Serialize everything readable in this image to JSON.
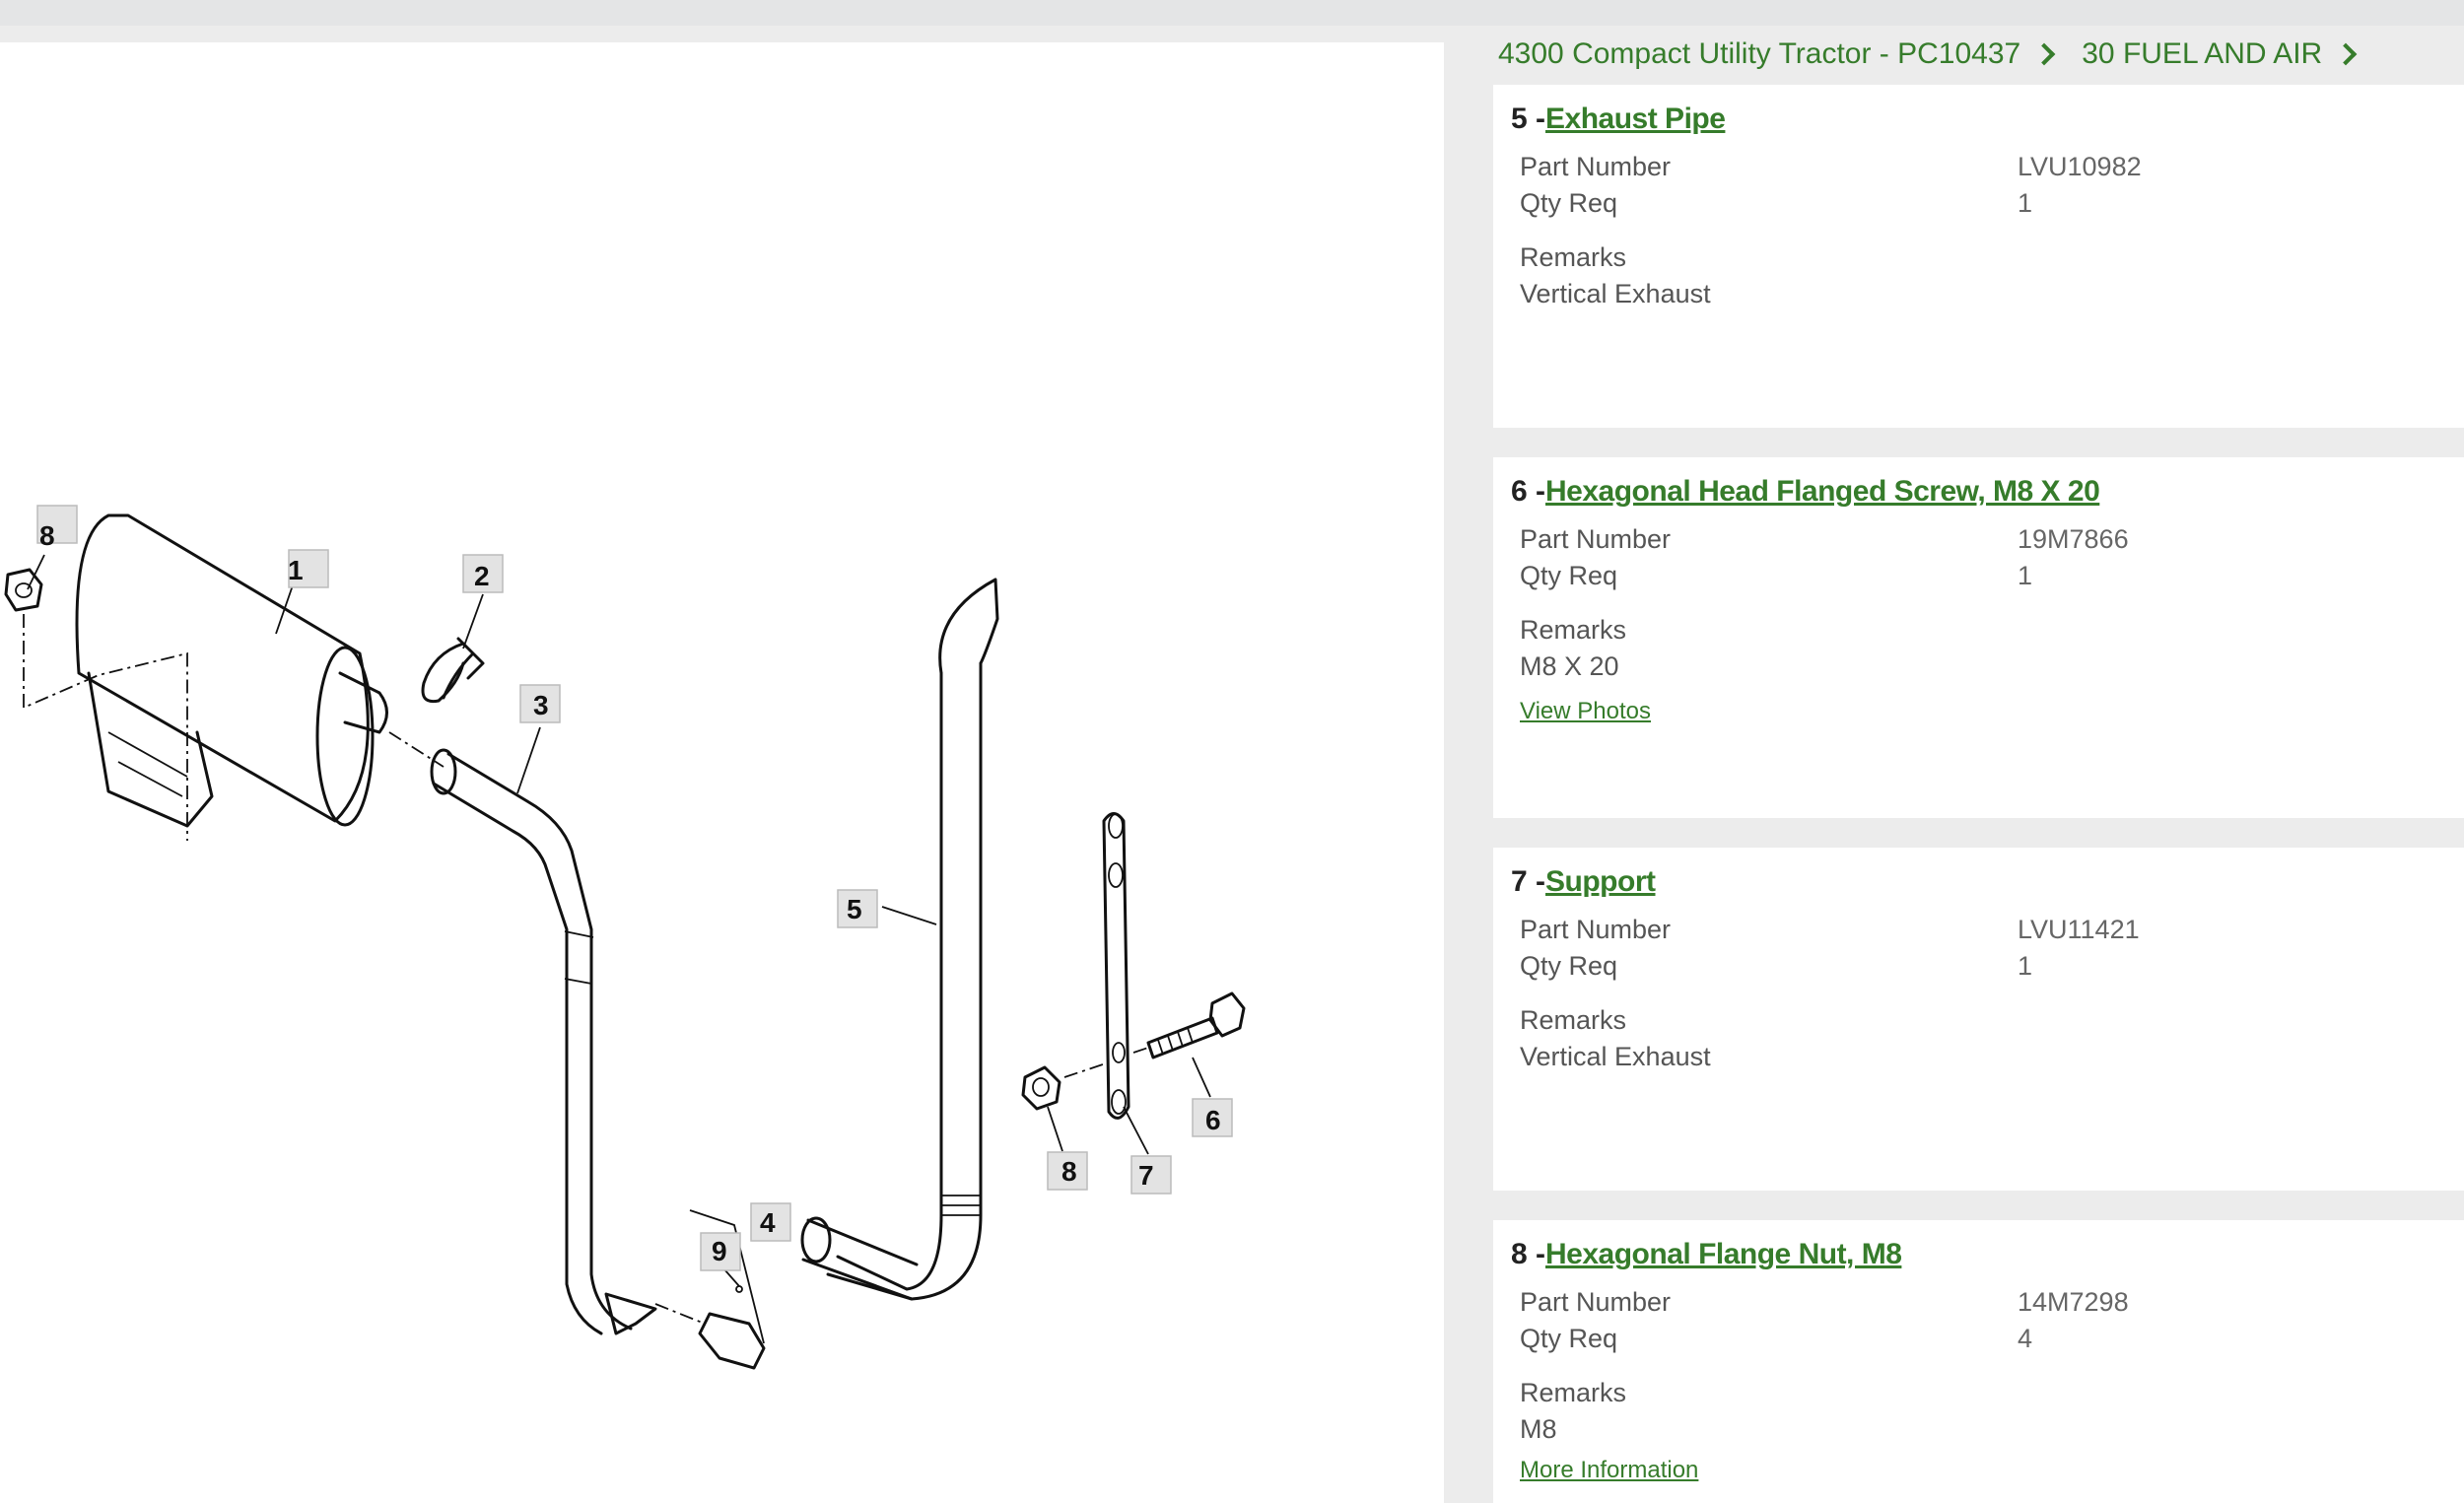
{
  "breadcrumb": [
    {
      "label": "4300 Compact Utility Tractor - PC10437"
    },
    {
      "label": "30 FUEL AND AIR"
    }
  ],
  "diagram": {
    "callouts": [
      "8",
      "1",
      "2",
      "3",
      "5",
      "4",
      "9",
      "8",
      "7",
      "6"
    ]
  },
  "parts": [
    {
      "prefix": "5 -",
      "name": "Exhaust Pipe",
      "part_number_label": "Part Number",
      "part_number": "LVU10982",
      "qty_label": "Qty Req",
      "qty": "1",
      "remarks_label": "Remarks",
      "remarks": "Vertical Exhaust"
    },
    {
      "prefix": "6 -",
      "name": "Hexagonal Head Flanged Screw, M8 X 20",
      "part_number_label": "Part Number",
      "part_number": "19M7866",
      "qty_label": "Qty Req",
      "qty": "1",
      "remarks_label": "Remarks",
      "remarks": "M8 X 20",
      "link": "View Photos"
    },
    {
      "prefix": "7 -",
      "name": "Support",
      "part_number_label": "Part Number",
      "part_number": "LVU11421",
      "qty_label": "Qty Req",
      "qty": "1",
      "remarks_label": "Remarks",
      "remarks": "Vertical Exhaust"
    },
    {
      "prefix": "8 -",
      "name": "Hexagonal Flange Nut, M8",
      "part_number_label": "Part Number",
      "part_number": "14M7298",
      "qty_label": "Qty Req",
      "qty": "4",
      "remarks_label": "Remarks",
      "remarks": "M8",
      "link": "More Information"
    }
  ],
  "icons": {
    "breadcrumb_separator": "chevron-right-icon"
  },
  "colors": {
    "accent": "#367c2b",
    "card_bg": "#ffffff",
    "page_bg": "#ececec"
  }
}
